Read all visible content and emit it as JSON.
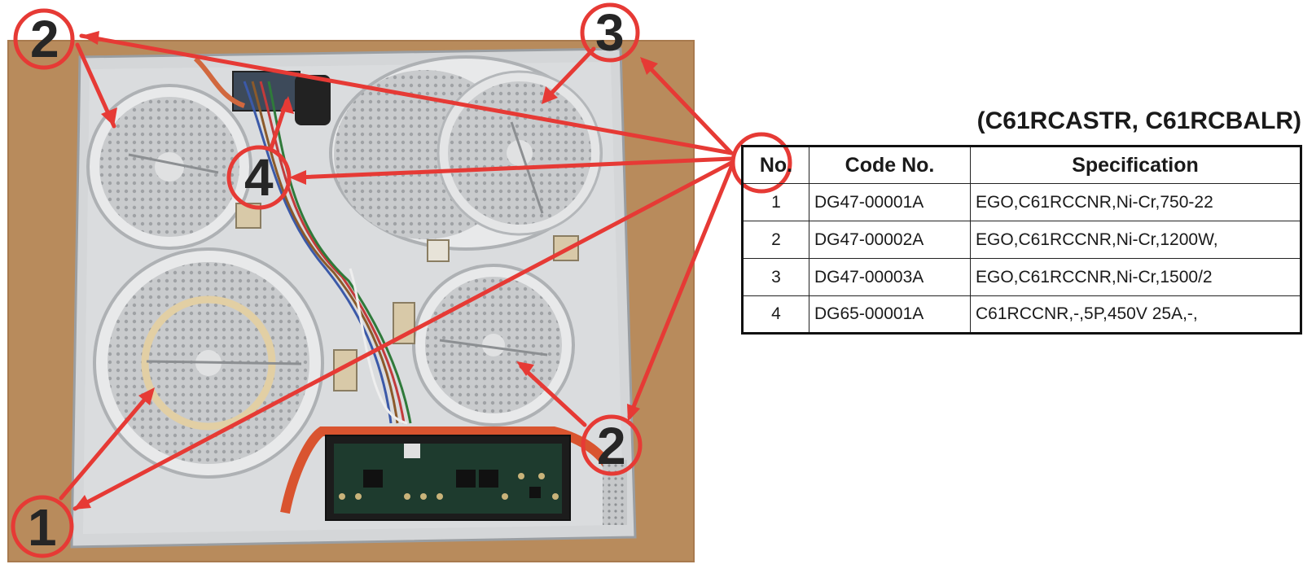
{
  "model_title": "(C61RCASTR, C61RCBALR)",
  "table": {
    "headers": [
      "No.",
      "Code No.",
      "Specification"
    ],
    "rows": [
      {
        "no": "1",
        "code": "DG47-00001A",
        "spec": "EGO,C61RCCNR,Ni-Cr,750-22"
      },
      {
        "no": "2",
        "code": "DG47-00002A",
        "spec": "EGO,C61RCCNR,Ni-Cr,1200W,"
      },
      {
        "no": "3",
        "code": "DG47-00003A",
        "spec": "EGO,C61RCCNR,Ni-Cr,1500/2"
      },
      {
        "no": "4",
        "code": "DG65-00001A",
        "spec": "C61RCCNR,-,5P,450V 25A,-,"
      }
    ]
  },
  "callouts": {
    "c1": "1",
    "c2_top": "2",
    "c2_bottom": "2",
    "c3": "3",
    "c4": "4"
  },
  "colors": {
    "callout_red": "#e63a35",
    "cardboard": "#b88b5c",
    "panel": "#d4d6d8",
    "pcb": "#1e3b2e"
  }
}
